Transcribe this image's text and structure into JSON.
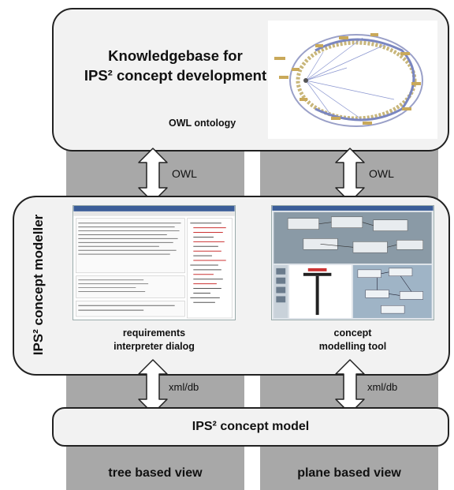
{
  "knowledgebase": {
    "title_line1": "Knowledgebase for",
    "title_line2": "IPS² concept development",
    "ontology_label": "OWL ontology"
  },
  "arrows": {
    "owl_left": "OWL",
    "owl_right": "OWL",
    "xml_left": "xml/db",
    "xml_right": "xml/db"
  },
  "modeller": {
    "title": "IPS² concept modeller",
    "left_caption_line1": "requirements",
    "left_caption_line2": "interpreter dialog",
    "right_caption_line1": "concept",
    "right_caption_line2": "modelling tool"
  },
  "model": {
    "title": "IPS² concept model"
  },
  "views": {
    "left": "tree based view",
    "right": "plane based view"
  },
  "colors": {
    "column_grey": "#a8a8a8",
    "box_fill": "#f2f2f2",
    "box_border": "#222222",
    "arrow_fill": "#ffffff"
  }
}
